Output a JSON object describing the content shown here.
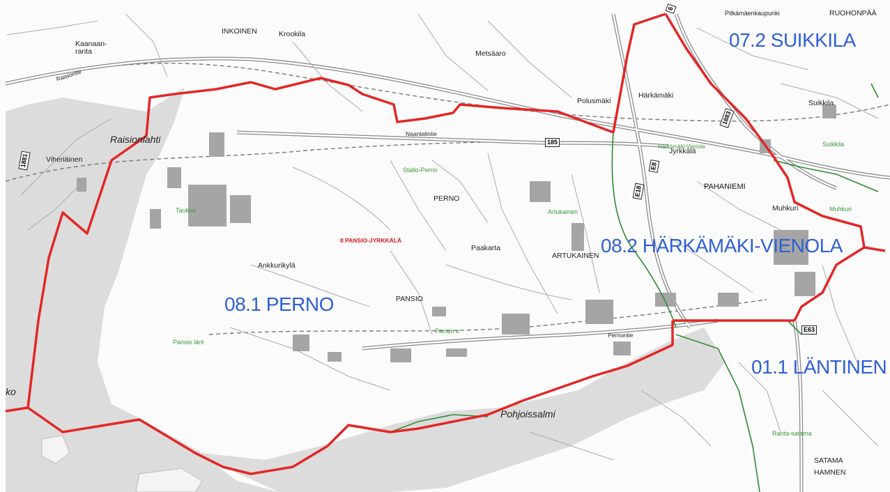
{
  "map": {
    "boundary_color": "#e32626",
    "secondary_boundary_color": "#2e8b2e",
    "area_label_color": "#2f5fd8",
    "district_labels": {
      "perno": "08.1 PERNO",
      "harkamaki": "08.2 HÄRKÄMÄKI-VIENOLA",
      "suikkila": "07.2 SUIKKILA",
      "lantinen": "01.1 LÄNTINEN"
    },
    "red_label": "8 PANSIO-JYRKKÄLÄ",
    "place_names": {
      "kaanaanranta": "Kaanaan-\nranta",
      "inkoinen": "INKOINEN",
      "krookila": "Krookila",
      "metsaaro": "Metsäaro",
      "polusmaki": "Polusmäki",
      "harkamaki": "Härkämäki",
      "suikkila": "Suikkila",
      "pitkamaki": "Pitkämäenkaupunki",
      "ruohonpaa": "RUOHONPÄÄ",
      "jyrkkala": "Jyrkkälä",
      "pahaniemi": "PAHANIEMI",
      "muhkuri": "Muhkuri",
      "viheriainen": "Viheriäinen",
      "perno": "PERNO",
      "paakarta": "Paakarta",
      "artukainen": "ARTUKAINEN",
      "ankkurikyla": "Ankkurikylä",
      "pansio": "PANSIO",
      "satama": "SATAMA",
      "hamnen": "HAMNEN",
      "pohjoissalmi": "Pohjoissalmi",
      "raisionlahti": "Raisionlahti",
      "ko": "ko",
      "naantalintie": "Naantalintie",
      "pernontie": "Pernontie",
      "raisiontie": "Raisiontie"
    },
    "green_names": {
      "tauka": "Taukka",
      "artukainen": "Artukainen",
      "pansio_lant": "Pansio länt",
      "pansio_e": "Pansio e",
      "harkamaki_vienola": "Härkämäki-Vienola",
      "suikkila": "Suikkila",
      "muhkuri": "Muhkuri",
      "ranta": "Ranta-satama",
      "stallo": "Stallo-Perno"
    },
    "road_shields": {
      "r185": "185",
      "e8": "E8",
      "e18": "E18",
      "r6": "6",
      "r1881": "1881",
      "r1883": "1883",
      "e63": "E63"
    }
  }
}
